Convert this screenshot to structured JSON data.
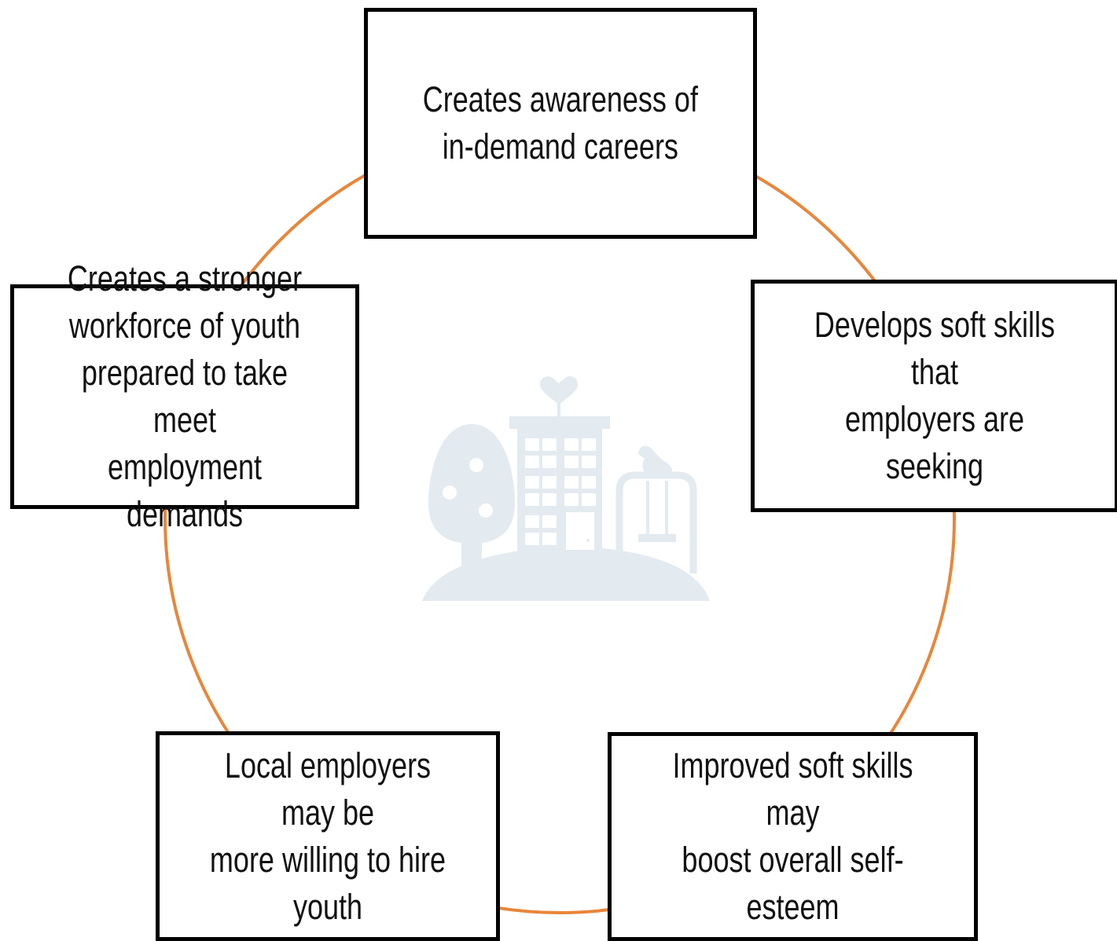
{
  "colors": {
    "cycle_line": "#e8863a",
    "box_border": "#000000",
    "illustration": "#e3eaf0"
  },
  "icons": [
    "community-building-illustration",
    "tree-icon",
    "building-icon",
    "heart-icon",
    "swing-icon",
    "bird-icon"
  ],
  "cycle": {
    "nodes": [
      {
        "id": "top",
        "text": "Creates awareness of\nin-demand careers"
      },
      {
        "id": "right",
        "text": "Develops soft skills that\nemployers are seeking"
      },
      {
        "id": "bottom_right",
        "text": "Improved soft skills may\nboost overall self-esteem"
      },
      {
        "id": "bottom_left",
        "text": "Local employers may be\nmore willing to hire\nyouth"
      },
      {
        "id": "left",
        "text": "Creates a stronger\nworkforce of youth\nprepared to take meet\nemployment demands"
      }
    ]
  }
}
